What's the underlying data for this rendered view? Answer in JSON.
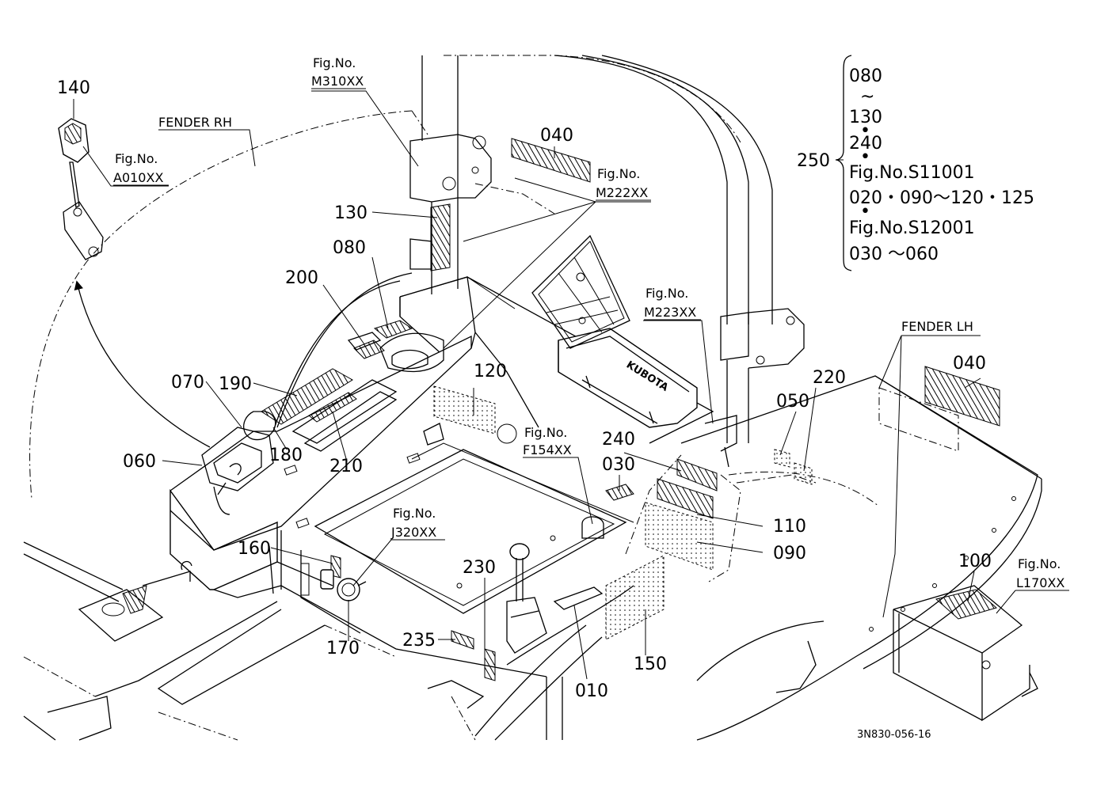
{
  "labels": {
    "p140": "140",
    "p040a": "040",
    "p130": "130",
    "p080": "080",
    "p200": "200",
    "p070": "070",
    "p190": "190",
    "p060": "060",
    "p180": "180",
    "p210": "210",
    "p120": "120",
    "p240": "240",
    "p030": "030",
    "p050": "050",
    "p220": "220",
    "p040b": "040",
    "p110": "110",
    "p090": "090",
    "p160": "160",
    "p170": "170",
    "p230": "230",
    "p235": "235",
    "p010": "010",
    "p150": "150",
    "p100": "100",
    "p250": "250"
  },
  "fig_refs": {
    "m310_a": "Fig.No.",
    "m310_b": "M310XX",
    "a010_a": "Fig.No.",
    "a010_b": "A010XX",
    "m222_a": "Fig.No.",
    "m222_b": "M222XX",
    "m223_a": "Fig.No.",
    "m223_b": "M223XX",
    "f154_a": "Fig.No.",
    "f154_b": "F154XX",
    "j320_a": "Fig.No.",
    "j320_b": "J320XX",
    "l170_a": "Fig.No.",
    "l170_b": "L170XX"
  },
  "callouts": {
    "fender_rh": "FENDER RH",
    "fender_lh": "FENDER LH"
  },
  "kit_list": {
    "l1": "080",
    "l2": "~",
    "l3": "130",
    "l4": "•",
    "l5": "240",
    "l6": "•",
    "l7": "Fig.No.S11001",
    "l8": "020・090〜120・125",
    "l9": "•",
    "l10": "Fig.No.S12001",
    "l11": "030 〜060"
  },
  "drawing_code": "3N830-056-16",
  "decal_brand": "KUBOTA"
}
